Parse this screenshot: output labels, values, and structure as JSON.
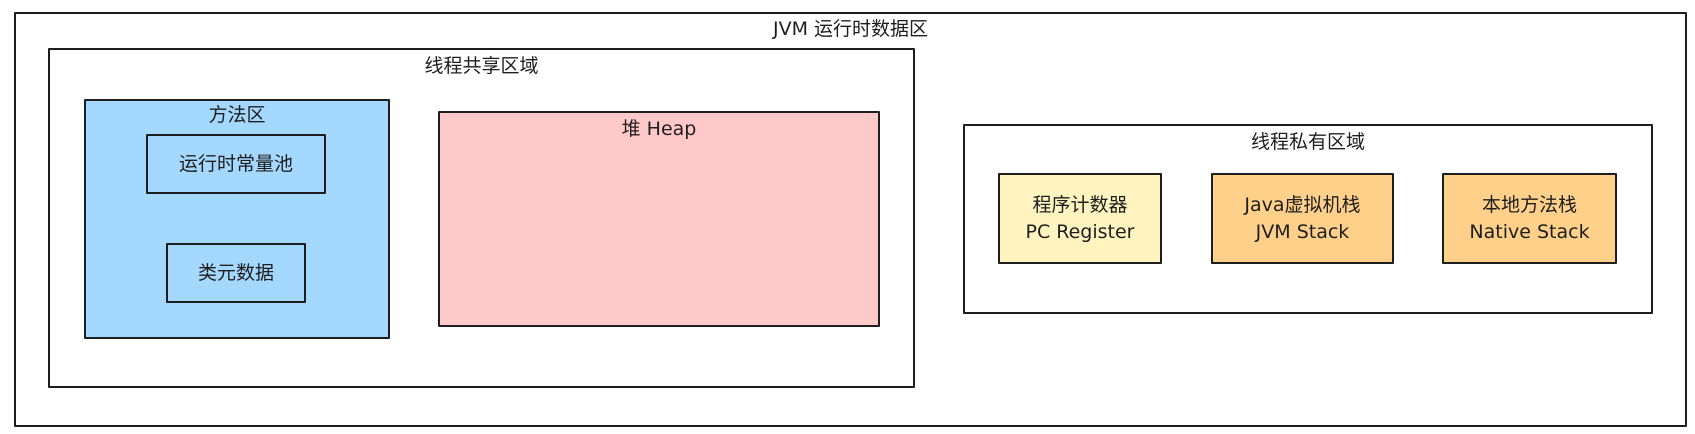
{
  "diagram": {
    "outer": {
      "title": "JVM 运行时数据区"
    },
    "shared_area": {
      "title": "线程共享区域",
      "method_area": {
        "title": "方法区",
        "runtime_constant_pool": "运行时常量池",
        "class_metadata": "类元数据"
      },
      "heap": {
        "title": "堆 Heap"
      }
    },
    "private_area": {
      "title": "线程私有区域",
      "pc_register": {
        "line1": "程序计数器",
        "line2": "PC Register"
      },
      "jvm_stack": {
        "line1": "Java虚拟机栈",
        "line2": "JVM Stack"
      },
      "native_stack": {
        "line1": "本地方法栈",
        "line2": "Native Stack"
      }
    }
  },
  "colors": {
    "stroke": "#1e1e1e",
    "method_area_fill": "#a5d8ff",
    "heap_fill": "#ffc9c9",
    "pc_register_fill": "#fff3bf",
    "stack_fill": "#ffd08a"
  }
}
